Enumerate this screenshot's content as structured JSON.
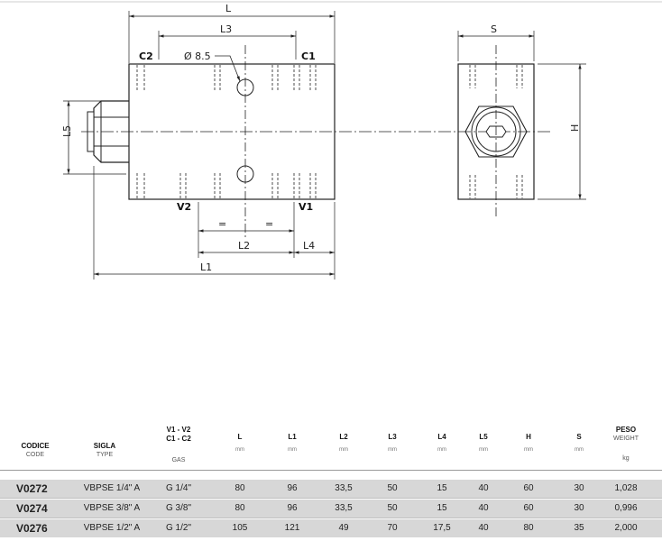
{
  "drawing": {
    "labels": {
      "L": "L",
      "L3": "L3",
      "S": "S",
      "H": "H",
      "L5": "L5",
      "L1": "L1",
      "L2": "L2",
      "L4": "L4",
      "eq": "=",
      "hole": "Ø 8.5",
      "C1": "C1",
      "C2": "C2",
      "V1": "V1",
      "V2": "V2"
    }
  },
  "table": {
    "headers": [
      {
        "l1": "CODICE",
        "l2": "CODE",
        "unit": ""
      },
      {
        "l1": "SIGLA",
        "l2": "TYPE",
        "unit": ""
      },
      {
        "l1": "V1 - V2",
        "l2": "C1 - C2",
        "unit": "GAS"
      },
      {
        "l1": "L",
        "l2": "",
        "unit": "mm"
      },
      {
        "l1": "L1",
        "l2": "",
        "unit": "mm"
      },
      {
        "l1": "L2",
        "l2": "",
        "unit": "mm"
      },
      {
        "l1": "L3",
        "l2": "",
        "unit": "mm"
      },
      {
        "l1": "L4",
        "l2": "",
        "unit": "mm"
      },
      {
        "l1": "L5",
        "l2": "",
        "unit": "mm"
      },
      {
        "l1": "H",
        "l2": "",
        "unit": "mm"
      },
      {
        "l1": "S",
        "l2": "",
        "unit": "mm"
      },
      {
        "l1": "PESO",
        "l2": "WEIGHT",
        "unit": "kg"
      }
    ],
    "rows": [
      [
        "V0272",
        "VBPSE 1/4\" A",
        "G 1/4\"",
        "80",
        "96",
        "33,5",
        "50",
        "15",
        "40",
        "60",
        "30",
        "1,028"
      ],
      [
        "V0274",
        "VBPSE 3/8\" A",
        "G 3/8\"",
        "80",
        "96",
        "33,5",
        "50",
        "15",
        "40",
        "60",
        "30",
        "0,996"
      ],
      [
        "V0276",
        "VBPSE 1/2\" A",
        "G 1/2\"",
        "105",
        "121",
        "49",
        "70",
        "17,5",
        "40",
        "80",
        "35",
        "2,000"
      ]
    ]
  }
}
